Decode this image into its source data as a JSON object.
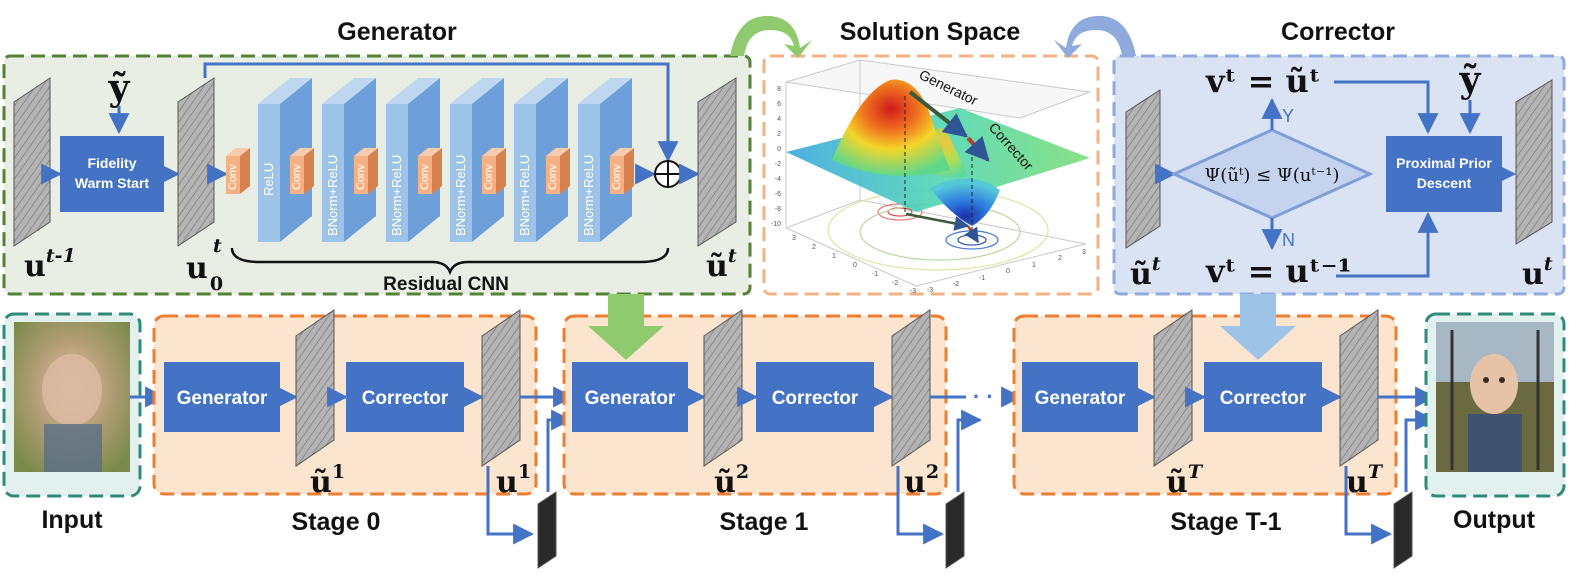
{
  "generator": {
    "title": "Generator",
    "fidelity_box": [
      "Fidelity",
      "Warm Start"
    ],
    "conv_label": "Conv",
    "relu_label": "ReLU",
    "bnorm_label": "BNorm+ReLU",
    "residual_label": "Residual CNN",
    "sym_y": "ỹ",
    "sym_u_prev": "u",
    "sym_u_prev_sup": "t-1",
    "sym_u0": "u",
    "sym_u0_sub": "0",
    "sym_u0_sup": "t",
    "sym_ut": "ũ",
    "sym_ut_sup": "t"
  },
  "solution_space": {
    "title": "Solution Space",
    "generator_label": "Generator",
    "corrector_label": "Corrector",
    "z_ticks": [
      "8",
      "6",
      "4",
      "2",
      "0",
      "-2",
      "-4",
      "-6",
      "-8",
      "-10"
    ],
    "x_ticks": [
      "3",
      "2",
      "1",
      "0",
      "-1",
      "-2",
      "-3"
    ],
    "y_ticks": [
      "-3",
      "-2",
      "-1",
      "0",
      "1",
      "2",
      "3"
    ]
  },
  "corrector": {
    "title": "Corrector",
    "condition": "Ψ(ũᵗ) ≤ Ψ(uᵗ⁻¹)",
    "yes_label": "Y",
    "no_label": "N",
    "eq_top": "vᵗ = ũᵗ",
    "eq_bottom": "vᵗ = uᵗ⁻¹",
    "prox_box": [
      "Proximal Prior",
      "Descent"
    ],
    "sym_y": "ỹ",
    "sym_ut_in": "ũ",
    "sym_ut_in_sup": "t",
    "sym_u_out": "u",
    "sym_u_out_sup": "t"
  },
  "pipeline": {
    "input_label": "Input",
    "output_label": "Output",
    "generator_block": "Generator",
    "corrector_block": "Corrector",
    "stages": [
      "Stage 0",
      "Stage 1",
      "Stage T-1"
    ],
    "stage_syms": [
      {
        "tilde": "ũ",
        "tilde_sup": "1",
        "u": "u",
        "u_sup": "1"
      },
      {
        "tilde": "ũ",
        "tilde_sup": "2",
        "u": "u",
        "u_sup": "2"
      },
      {
        "tilde": "ũ",
        "tilde_sup": "T",
        "u": "u",
        "u_sup": "T"
      }
    ],
    "ellipsis": "· · ·"
  },
  "colors": {
    "block_blue": "#4472C4",
    "arrow_blue": "#4472C4",
    "green_dash": "#548235",
    "orange_dash": "#ED7D31",
    "blue_dash": "#8FAADC",
    "teal_dash": "#2E8B7A",
    "green_arrow": "#8FCB6E",
    "lightblue_arrow": "#9DC3E6"
  }
}
